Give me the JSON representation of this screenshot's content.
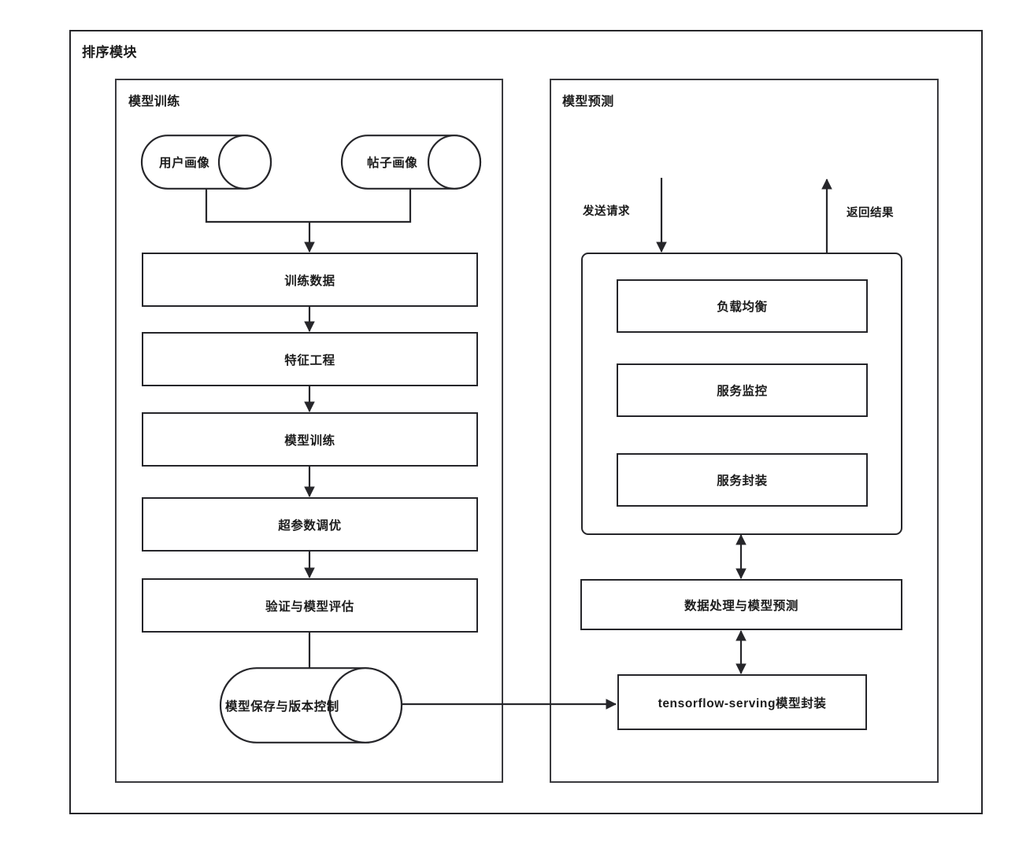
{
  "diagram": {
    "title": "排序模块",
    "panels": [
      {
        "id": "training",
        "title": "模型训练"
      },
      {
        "id": "prediction",
        "title": "模型预测"
      }
    ],
    "training": {
      "sources": [
        {
          "label": "用户画像"
        },
        {
          "label": "帖子画像"
        }
      ],
      "steps": [
        {
          "label": "训练数据"
        },
        {
          "label": "特征工程"
        },
        {
          "label": "模型训练"
        },
        {
          "label": "超参数调优"
        },
        {
          "label": "验证与模型评估"
        }
      ],
      "store": {
        "label": "模型保存与版本控制"
      }
    },
    "prediction": {
      "edge_labels": [
        {
          "label": "发送请求"
        },
        {
          "label": "返回结果"
        }
      ],
      "service_blocks": [
        {
          "label": "负载均衡"
        },
        {
          "label": "服务监控"
        },
        {
          "label": "服务封装"
        }
      ],
      "pipeline": [
        {
          "label": "数据处理与模型预测"
        },
        {
          "label": "tensorflow-serving模型封装"
        }
      ]
    },
    "colors": {
      "stroke": "#26262a",
      "panel_stroke": "#3a3a3e",
      "text": "#1b1b1b",
      "background": "#ffffff"
    }
  }
}
